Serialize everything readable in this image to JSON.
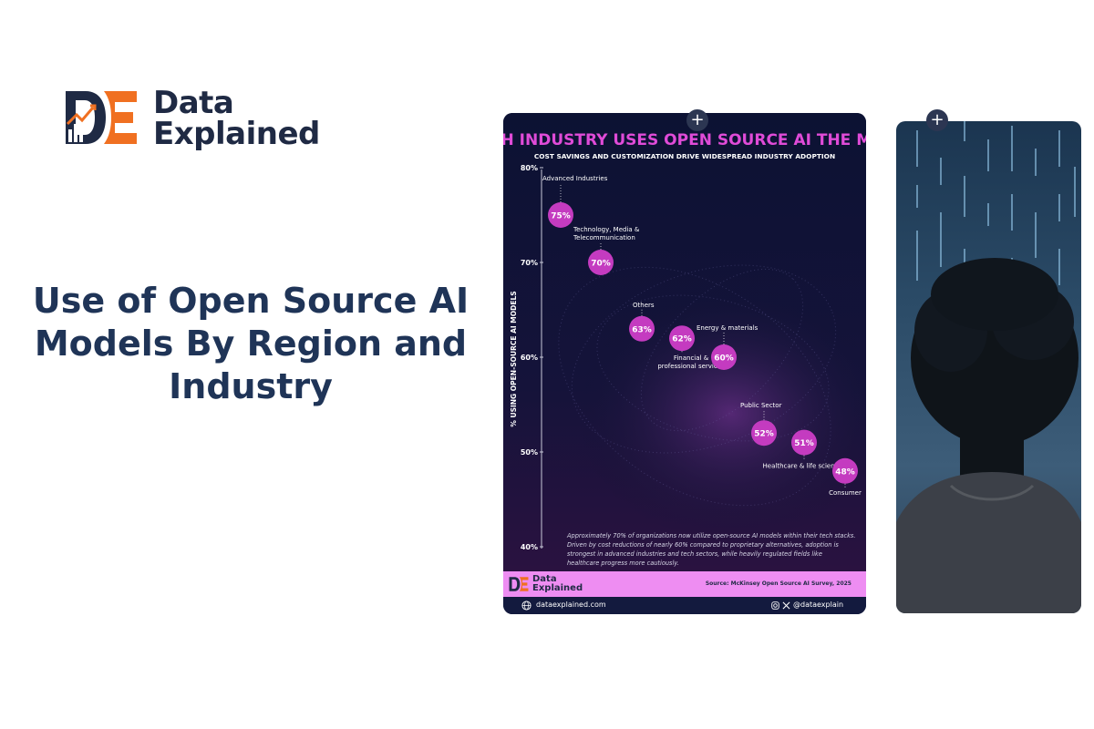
{
  "brand": {
    "name_line1": "Data",
    "name_line2": "Explained",
    "orange": "#f07021",
    "navy": "#1f2a44"
  },
  "headline": {
    "line1": "Use of Open Source AI",
    "line2": "Models By Region and",
    "line3": "Industry"
  },
  "infographic": {
    "title": "WHICH INDUSTRY USES OPEN SOURCE AI THE MOST?",
    "subtitle": "COST SAVINGS AND CUSTOMIZATION DRIVE WIDESPREAD INDUSTRY ADOPTION",
    "description": [
      "Approximately 70% of organizations now utilize open-source AI models within their tech stacks.",
      "Driven by cost reductions of nearly 60% compared to proprietary alternatives, adoption is",
      "strongest in advanced industries and tech sectors, while heavily regulated fields like",
      "healthcare progress more cautiously."
    ],
    "footer_brand_line1": "Data",
    "footer_brand_line2": "Explained",
    "source": "Source: McKinsey Open Source AI Survey, 2025",
    "website": "dataexplained.com",
    "social": "@dataexplain",
    "bubble_color": "#c43bc0",
    "title_color": "#e04bd8",
    "footer_color": "#ee8df2"
  },
  "chart_data": {
    "type": "scatter",
    "title": "WHICH INDUSTRY USES OPEN SOURCE AI THE MOST?",
    "subtitle": "COST SAVINGS AND CUSTOMIZATION DRIVE WIDESPREAD INDUSTRY ADOPTION",
    "ylabel": "% USING OPEN-SOURCE AI MODELS",
    "ylim": [
      40,
      80
    ],
    "yticks": [
      "40%",
      "50%",
      "60%",
      "70%",
      "80%"
    ],
    "points": [
      {
        "label_lines": [
          "Advanced Industries"
        ],
        "value": 75,
        "value_label": "75%"
      },
      {
        "label_lines": [
          "Technology, Media &",
          "Telecommunication"
        ],
        "value": 70,
        "value_label": "70%"
      },
      {
        "label_lines": [
          "Others"
        ],
        "value": 63,
        "value_label": "63%"
      },
      {
        "label_lines": [
          "Financial &",
          "professional services"
        ],
        "value": 62,
        "value_label": "62%"
      },
      {
        "label_lines": [
          "Energy & materials"
        ],
        "value": 60,
        "value_label": "60%"
      },
      {
        "label_lines": [
          "Public Sector"
        ],
        "value": 52,
        "value_label": "52%"
      },
      {
        "label_lines": [
          "Healthcare & life sciences"
        ],
        "value": 51,
        "value_label": "51%"
      },
      {
        "label_lines": [
          "Consumer"
        ],
        "value": 48,
        "value_label": "48%"
      }
    ]
  },
  "actions": {
    "add_symbol": "+"
  }
}
